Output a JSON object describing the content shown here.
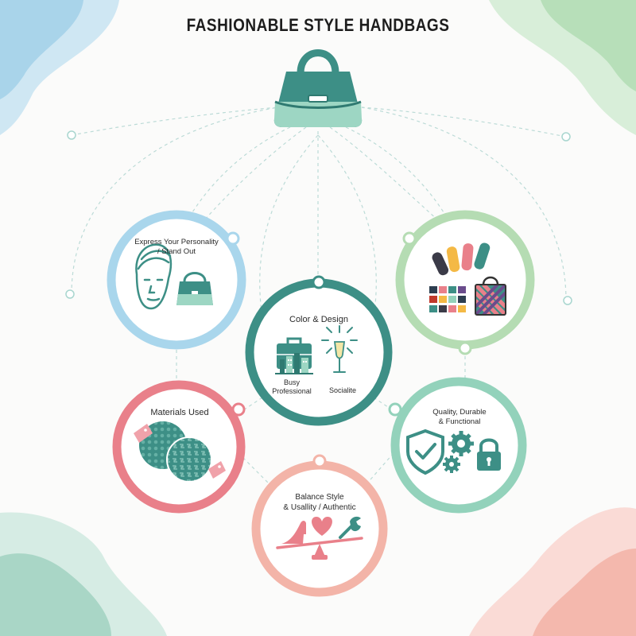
{
  "title": "FASHIONABLE STYLE HANDBAGS",
  "colors": {
    "teal": "#3d8f86",
    "light_blue": "#a9d6ec",
    "light_green": "#b5dcb3",
    "pink": "#e9808a",
    "salmon": "#f3b4a8",
    "mint": "#93d2bb"
  },
  "nodes": {
    "personality": {
      "label_line1": "Express Your Personality",
      "label_line2": "/ Stand Out",
      "icons": [
        "face-icon",
        "handbag-icon"
      ]
    },
    "color_design": {
      "label": "Color & Design",
      "sub_left_line1": "Busy",
      "sub_left_line2": "Professional",
      "sub_right": "Socialite",
      "icons": [
        "briefcase-city-icon",
        "champagne-icon"
      ]
    },
    "palette": {
      "icons": [
        "color-swatch-fan-icon",
        "color-grid-icon",
        "patterned-bag-icon"
      ]
    },
    "materials": {
      "label": "Materials Used",
      "icons": [
        "fabric-swatch-icon",
        "tag-icon"
      ]
    },
    "quality": {
      "label_line1": "Quality, Durable",
      "label_line2": "& Functional",
      "icons": [
        "shield-check-icon",
        "gears-icon",
        "lock-icon"
      ]
    },
    "balance": {
      "label_line1": "Balance Style",
      "label_line2": "& Usallity / Authentic",
      "icons": [
        "high-heel-icon",
        "heart-icon",
        "wrench-icon",
        "seesaw-icon"
      ]
    }
  }
}
